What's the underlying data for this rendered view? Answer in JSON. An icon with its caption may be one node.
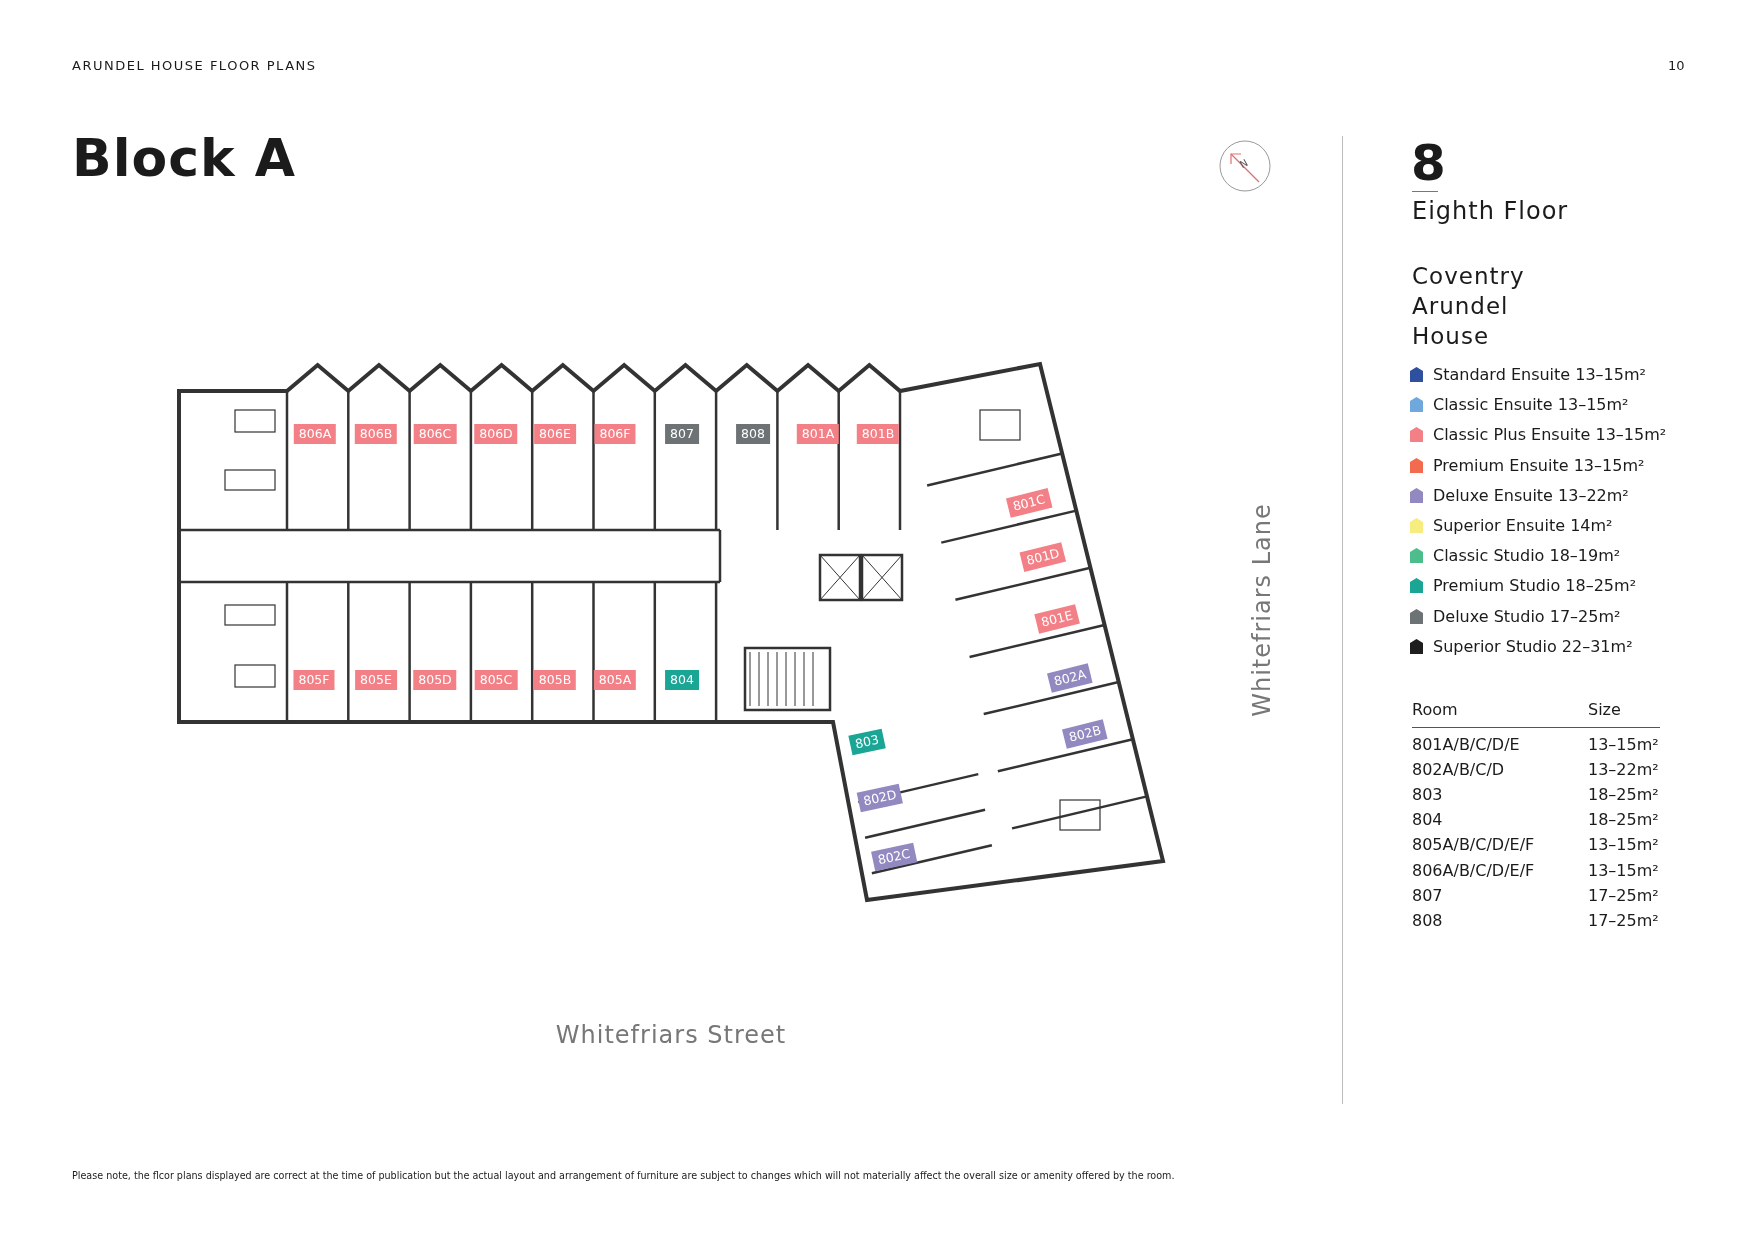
{
  "diagram": {
    "title": "Block A",
    "nodes": [
      {
        "text": [
          "806A"
        ]
      },
      {
        "text": [
          "806B"
        ]
      },
      {
        "text": [
          "806C"
        ]
      },
      {
        "text": [
          "806D"
        ]
      },
      {
        "text": [
          "806E"
        ]
      },
      {
        "text": [
          "806F"
        ]
      },
      {
        "text": [
          "807"
        ]
      },
      {
        "text": [
          "808"
        ]
      },
      {
        "text": [
          "801A"
        ]
      },
      {
        "text": [
          "801B"
        ]
      },
      {
        "text": [
          "801C"
        ]
      },
      {
        "text": [
          "801D"
        ]
      },
      {
        "text": [
          "801E"
        ]
      },
      {
        "text": [
          "802A"
        ]
      },
      {
        "text": [
          "802B"
        ]
      },
      {
        "text": [
          "805F"
        ]
      },
      {
        "text": [
          "805E"
        ]
      },
      {
        "text": [
          "805D"
        ]
      },
      {
        "text": [
          "805C"
        ]
      },
      {
        "text": [
          "805B"
        ]
      },
      {
        "text": [
          "805A"
        ]
      },
      {
        "text": [
          "804"
        ]
      },
      {
        "text": [
          "803"
        ]
      },
      {
        "text": [
          "802D"
        ]
      },
      {
        "text": [
          "802C"
        ]
      }
    ],
    "labels": [
      "ARUNDEL HOUSE FLOOR PLANS",
      "10",
      "N",
      "8",
      "Eighth Floor",
      "Coventry Arundel House",
      "Whitefriars Lane",
      "Room",
      "Size",
      "801A/B/C/D/E",
      "13–15m²",
      "802A/B/C/D",
      "13–22m²",
      "803",
      "18–25m²",
      "804",
      "18–25m²",
      "805A/B/C/D/E/F",
      "13–15m²",
      "806A/B/C/D/E/F",
      "13–15m²",
      "807",
      "17–25m²",
      "808",
      "17–25m²",
      "Whitefriars Street",
      "Please note, the flcor plans displayed are correct at the time of publication but the actual layout and arrangement of furniture are subject to changes which will not materially affect the overall size or amenity offered by the room."
    ],
    "legend": [
      {
        "text": "Standard Ensuite 13–15m²",
        "color": "#2f4f9f"
      },
      {
        "text": "Classic Ensuite 13–15m²",
        "color": "#6fa8dc"
      },
      {
        "text": "Classic Plus Ensuite 13–15m²",
        "color": "#f28086"
      },
      {
        "text": "Premium Ensuite 13–15m²",
        "color": "#f26b4f"
      },
      {
        "text": "Deluxe Ensuite 13–22m²",
        "color": "#9189c0"
      },
      {
        "text": "Superior Ensuite 14m²",
        "color": "#f7ec80"
      },
      {
        "text": "Classic Studio 18–19m²",
        "color": "#4dbd8c"
      },
      {
        "text": "Premium Studio 18–25m²",
        "color": "#1aa595"
      },
      {
        "text": "Deluxe Studio 17–25m²",
        "color": "#6d7275"
      },
      {
        "text": "Superior Studio 22–31m²",
        "color": "#1e1e1e"
      }
    ]
  }
}
